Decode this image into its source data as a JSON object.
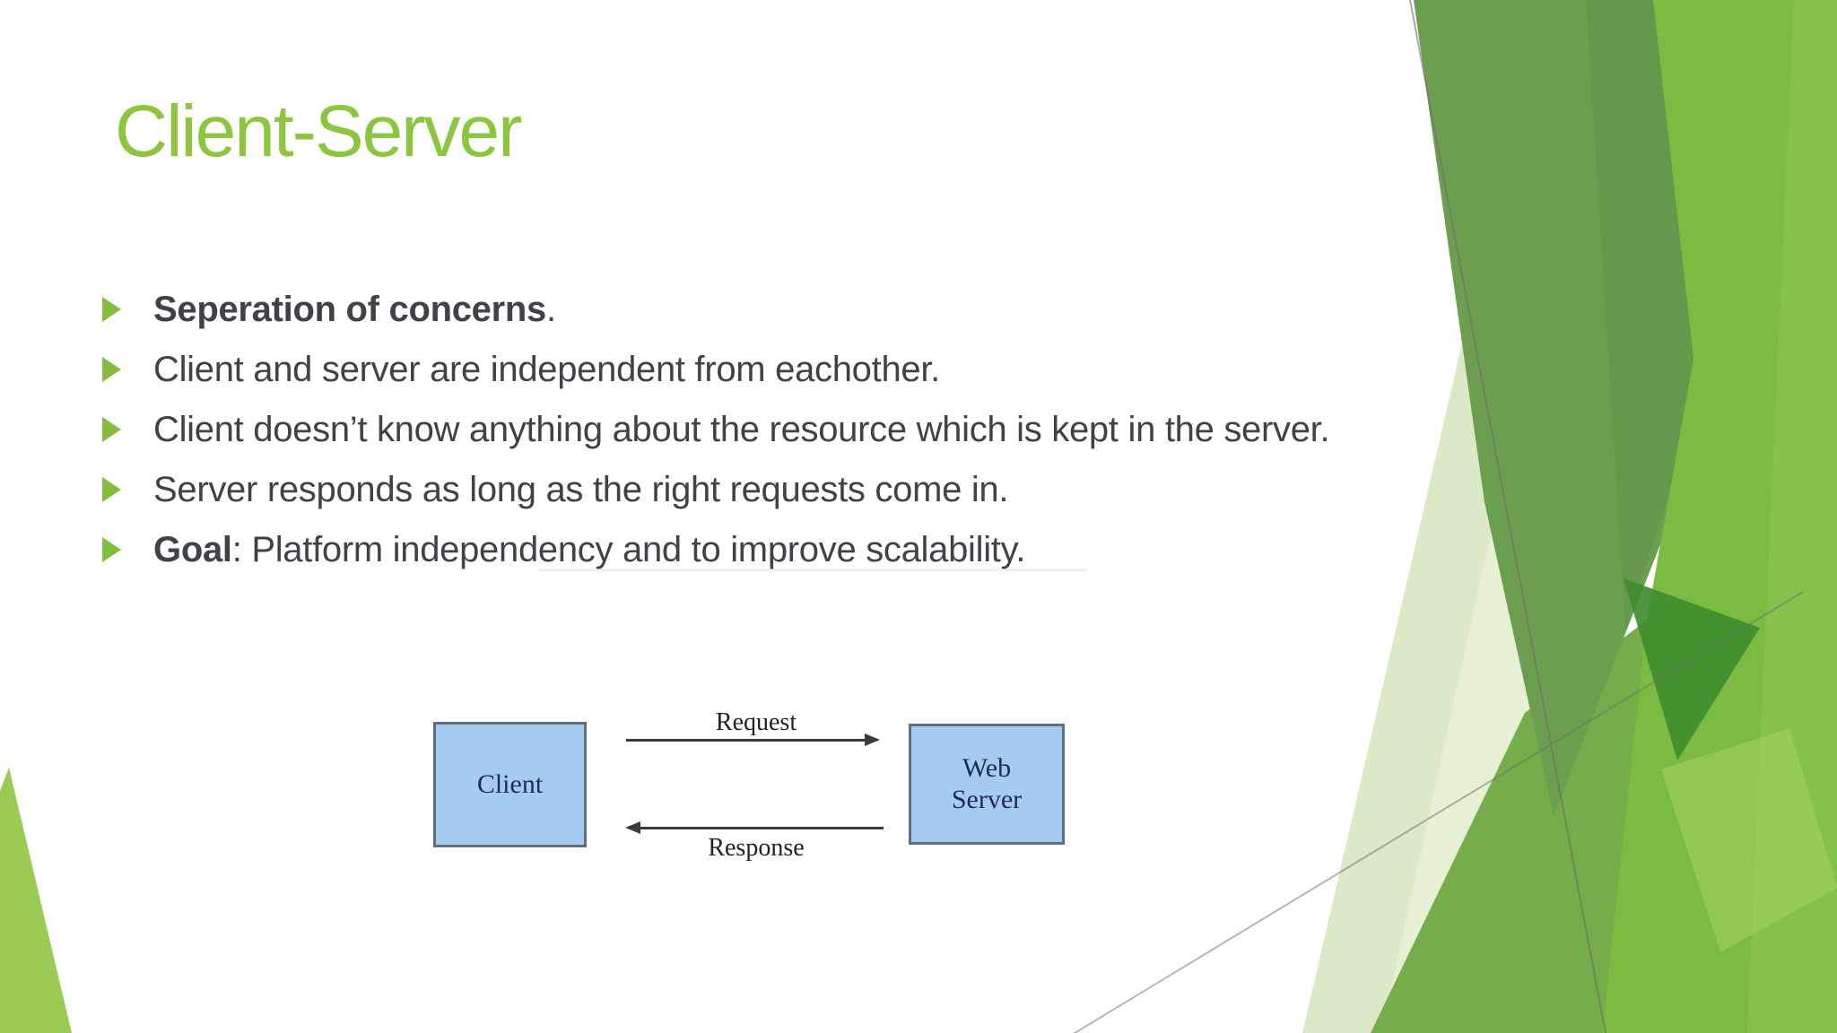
{
  "slide": {
    "title": "Client-Server",
    "bullets": [
      {
        "bold": "Seperation of concerns",
        "rest": "."
      },
      {
        "bold": "",
        "rest": "Client and server are independent from eachother."
      },
      {
        "bold": "",
        "rest": "Client doesn’t know anything about the resource which is kept in the server."
      },
      {
        "bold": "",
        "rest": "Server responds as long as the right requests come in."
      },
      {
        "bold": "Goal",
        "rest": ": Platform independency and to improve scalability."
      }
    ]
  },
  "diagram": {
    "client_label": "Client",
    "server_label_line1": "Web",
    "server_label_line2": "Server",
    "request_label": "Request",
    "response_label": "Response",
    "box_fill": "#A6CBF1",
    "box_border": "#5C6E80",
    "label_color": "#1E2C55",
    "arrow_color": "#3B3B3B"
  },
  "theme": {
    "title_color": "#8CC63E",
    "bullet_marker_color": "#85BD3F",
    "body_text_color": "#3E4347",
    "background_color": "#FFFFFF",
    "facet_greens": [
      "#6C9E50",
      "#5F9348",
      "#74AD49",
      "#7CBB41",
      "#8FCA54",
      "#9ACB55",
      "#A5D162",
      "#DCE9C6",
      "#E8F1DA",
      "#3F8D2F"
    ],
    "facet_line_color": "#6F6F6F"
  }
}
